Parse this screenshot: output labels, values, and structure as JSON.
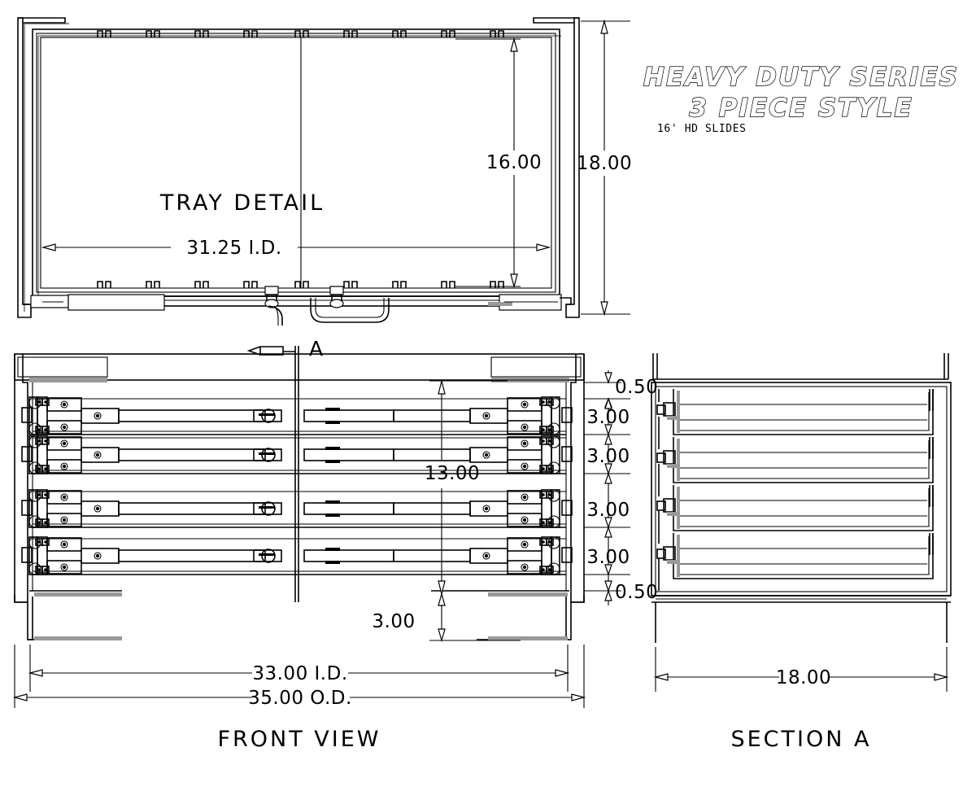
{
  "drawing": {
    "title_line1": "HEAVY DUTY SERIES",
    "title_line2": "3 PIECE STYLE",
    "subtitle": "16' HD SLIDES"
  },
  "views": {
    "tray_detail": {
      "label": "TRAY DETAIL",
      "dims": {
        "width_id": "31.25 I.D.",
        "inner_height": "16.00",
        "outer_height": "18.00"
      }
    },
    "front_view": {
      "label": "FRONT VIEW",
      "section_marker": "A",
      "dims": {
        "stack_height": "13.00",
        "top_gap": "0.50",
        "pitch_1": "3.00",
        "pitch_2": "3.00",
        "pitch_3": "3.00",
        "pitch_4": "3.00",
        "bottom_gap": "0.50",
        "base_height": "3.00",
        "width_id": "33.00 I.D.",
        "width_od": "35.00 O.D."
      },
      "drawer_count": 4
    },
    "section_a": {
      "label": "SECTION  A",
      "dims": {
        "depth": "18.00"
      },
      "drawer_count": 4
    }
  },
  "colors": {
    "line": "#000000",
    "shadow": "#9a9a9a",
    "background": "#ffffff"
  }
}
